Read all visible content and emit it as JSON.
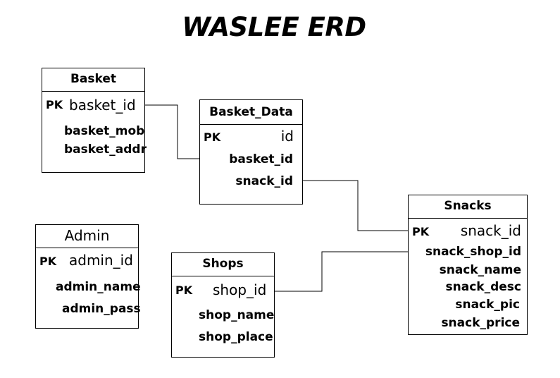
{
  "diagram": {
    "title": "WASLEE ERD"
  },
  "entities": {
    "basket": {
      "name": "Basket",
      "pk_label": "PK",
      "pk_field": "basket_id",
      "fields": [
        "basket_mob",
        "basket_addr"
      ]
    },
    "basket_data": {
      "name": "Basket_Data",
      "pk_label": "PK",
      "pk_field": "id",
      "fields": [
        "basket_id",
        "snack_id"
      ]
    },
    "snacks": {
      "name": "Snacks",
      "pk_label": "PK",
      "pk_field": "snack_id",
      "fields": [
        "snack_shop_id",
        "snack_name",
        "snack_desc",
        "snack_pic",
        "snack_price"
      ]
    },
    "admin": {
      "name": "Admin",
      "pk_label": "PK",
      "pk_field": "admin_id",
      "fields": [
        "admin_name",
        "admin_pass"
      ]
    },
    "shops": {
      "name": "Shops",
      "pk_label": "PK",
      "pk_field": "shop_id",
      "fields": [
        "shop_name",
        "shop_place"
      ]
    }
  },
  "relationships": [
    {
      "from": "basket.basket_id",
      "to": "basket_data.basket_id"
    },
    {
      "from": "basket_data.snack_id",
      "to": "snacks.snack_id"
    },
    {
      "from": "shops.shop_id",
      "to": "snacks.snack_shop_id"
    }
  ],
  "colors": {
    "line": "#000000",
    "background": "#ffffff"
  }
}
